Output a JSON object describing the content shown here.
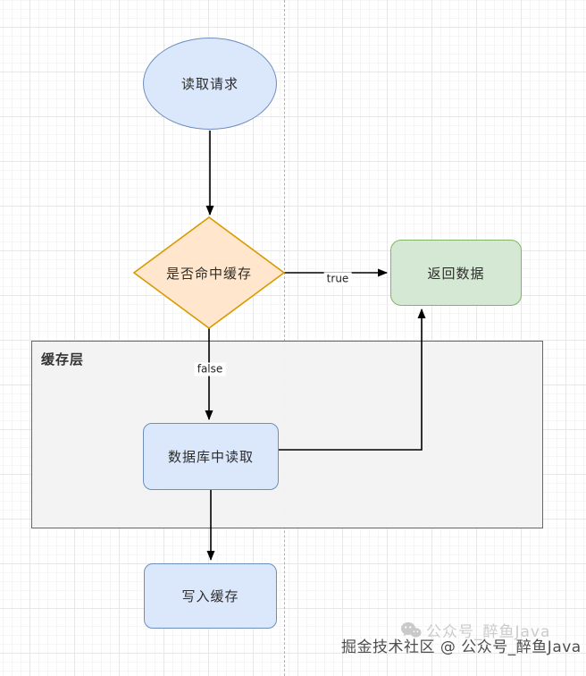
{
  "diagram": {
    "nodes": {
      "start": {
        "label": "读取请求",
        "shape": "ellipse"
      },
      "decision": {
        "label": "是否命中缓存",
        "shape": "diamond"
      },
      "return_data": {
        "label": "返回数据",
        "shape": "rounded-rect"
      },
      "read_db": {
        "label": "数据库中读取",
        "shape": "rounded-rect"
      },
      "write_cache": {
        "label": "写入缓存",
        "shape": "rounded-rect"
      },
      "container": {
        "label": "缓存层",
        "shape": "container"
      }
    },
    "edges": {
      "true_label": "true",
      "false_label": "false"
    },
    "colors": {
      "blue_fill": "#dbe8fc",
      "blue_border": "#6c8ebf",
      "orange_fill": "#ffe6cc",
      "orange_border": "#d79b00",
      "green_fill": "#d5e8d4",
      "green_border": "#82b366",
      "container_fill": "#f3f3f3",
      "container_border": "#666666",
      "connector": "#000000"
    }
  },
  "watermark": {
    "text": "掘金技术社区 @ 公众号_醉鱼Java",
    "ghost_text": "公众号_醉鱼Java"
  }
}
